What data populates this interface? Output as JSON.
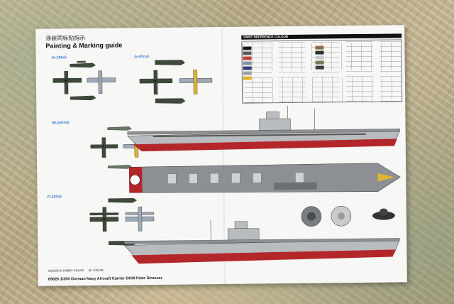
{
  "sheet": {
    "title_cn": "涂装同标贴指示",
    "title_en": "Painting & Marking guide",
    "color_table_title": "PAINT REFERENCE COLOUR",
    "footer_legend_a": "AQUEOUS HOBBY COLOR",
    "footer_legend_b": "Mr. COLOR",
    "footer_title": "05626  1/350  German Navy Aircraft Carrier DKM Peter Strasser"
  },
  "planes": [
    {
      "label": "Ar-195x5"
    },
    {
      "label": "Ju-87cx5"
    },
    {
      "label": "Bf-109Tx5"
    },
    {
      "label": "Fi-167x5"
    }
  ],
  "colors": {
    "hull_red": "#b3262a",
    "hull_grey": "#b9bcbf",
    "deck_grey": "#8c8f93",
    "sheet": "#f7f7f5"
  },
  "swatches": [
    "#1a1a1a",
    "#5a5a5a",
    "#c23a34",
    "#7d8fa8",
    "#2f3b7a",
    "#9aa0a6",
    "#e0b531",
    "#8a6e4b",
    "#2f2f2f",
    "#c9c9c9",
    "#6e7a5a",
    "#3d3d3d"
  ]
}
